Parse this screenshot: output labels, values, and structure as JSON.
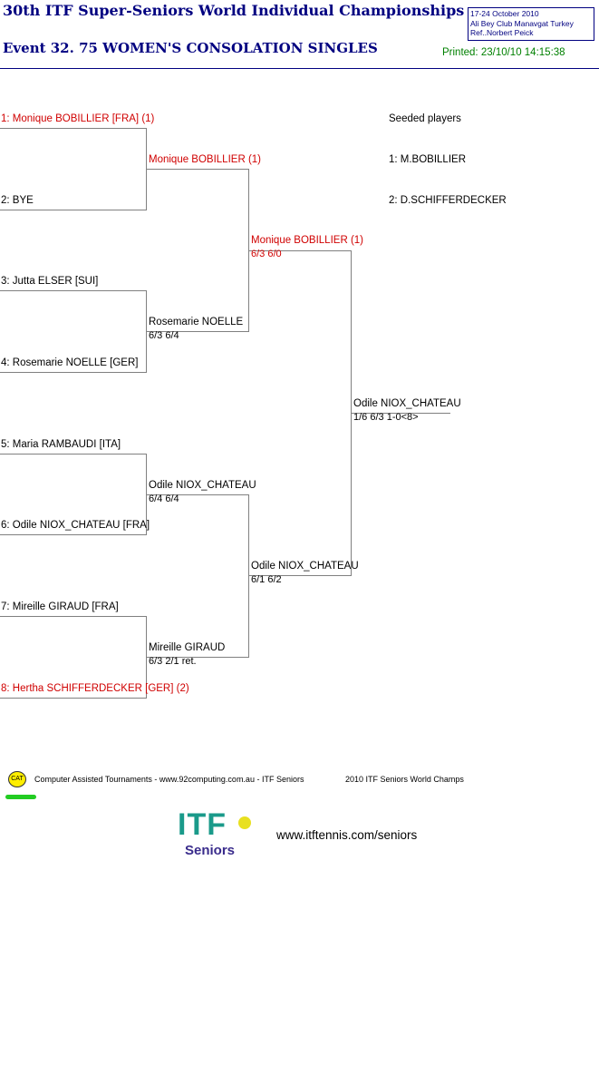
{
  "header": {
    "title": "30th ITF Super-Seniors World Individual Championships",
    "event": "Event 32. 75 WOMEN'S CONSOLATION SINGLES",
    "info_dates": "17-24 October 2010",
    "info_venue": "Ali Bey Club Manavgat   Turkey",
    "info_referee": "Ref..Norbert Peick",
    "printed": "Printed: 23/10/10 14:15:38"
  },
  "round1": [
    "1: Monique BOBILLIER [FRA] (1)",
    "2: BYE",
    "3: Jutta ELSER [SUI]",
    "4: Rosemarie NOELLE [GER]",
    "5: Maria RAMBAUDI [ITA]",
    "6: Odile NIOX_CHATEAU [FRA]",
    "7: Mireille GIRAUD [FRA]",
    "8: Hertha SCHIFFERDECKER [GER] (2)"
  ],
  "round2": [
    {
      "name": "Monique BOBILLIER (1)",
      "score": ""
    },
    {
      "name": "Rosemarie NOELLE",
      "score": "6/3 6/4"
    },
    {
      "name": "Odile NIOX_CHATEAU",
      "score": "6/4 6/4"
    },
    {
      "name": "Mireille GIRAUD",
      "score": "6/3 2/1 ret."
    }
  ],
  "round3": [
    {
      "name": "Monique BOBILLIER (1)",
      "score": "6/3 6/0"
    },
    {
      "name": "Odile NIOX_CHATEAU",
      "score": "6/1 6/2"
    }
  ],
  "final": {
    "name": "Odile NIOX_CHATEAU",
    "score": "1/6 6/3 1-0<8>"
  },
  "seeds": {
    "title": "Seeded players",
    "list": [
      "1: M.BOBILLIER",
      "2: D.SCHIFFERDECKER"
    ]
  },
  "footer": {
    "cat_label": "CAT",
    "credit": "Computer Assisted Tournaments - www.92computing.com.au -  ITF Seniors",
    "event_name": "2010 ITF Seniors World Champs",
    "itf_logo": "ITF",
    "itf_seniors": "Seniors",
    "itf_url": "www.itftennis.com/seniors"
  },
  "colors": {
    "title": "#000080",
    "seeded_player": "#d00000",
    "printed": "#008000",
    "bracket_line": "#808080"
  }
}
